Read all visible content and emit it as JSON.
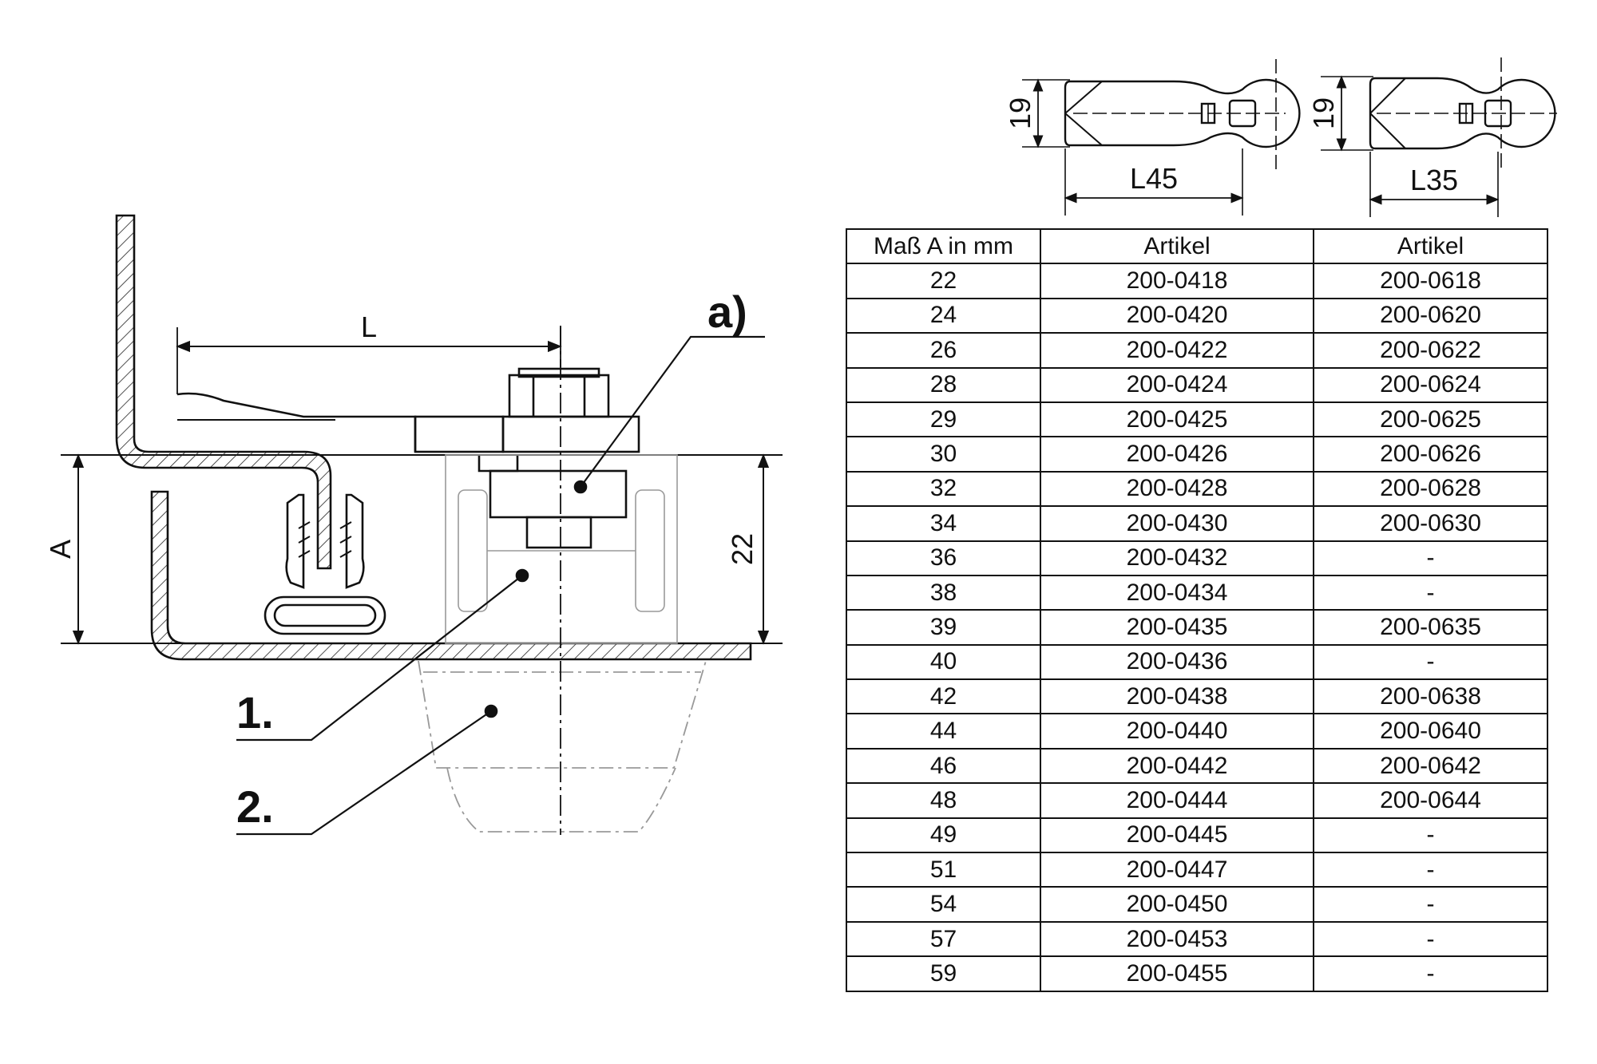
{
  "diagram": {
    "callouts": {
      "a": "a)",
      "one": "1.",
      "two": "2."
    },
    "dimensions": {
      "length_L": "L",
      "height_A": "A",
      "height_22": "22"
    },
    "lever_views": [
      {
        "width_label": "19",
        "length_label": "L45"
      },
      {
        "width_label": "19",
        "length_label": "L35"
      }
    ]
  },
  "table": {
    "headers": [
      "Maß A in mm",
      "Artikel",
      "Artikel"
    ],
    "rows": [
      [
        "22",
        "200-0418",
        "200-0618"
      ],
      [
        "24",
        "200-0420",
        "200-0620"
      ],
      [
        "26",
        "200-0422",
        "200-0622"
      ],
      [
        "28",
        "200-0424",
        "200-0624"
      ],
      [
        "29",
        "200-0425",
        "200-0625"
      ],
      [
        "30",
        "200-0426",
        "200-0626"
      ],
      [
        "32",
        "200-0428",
        "200-0628"
      ],
      [
        "34",
        "200-0430",
        "200-0630"
      ],
      [
        "36",
        "200-0432",
        "-"
      ],
      [
        "38",
        "200-0434",
        "-"
      ],
      [
        "39",
        "200-0435",
        "200-0635"
      ],
      [
        "40",
        "200-0436",
        "-"
      ],
      [
        "42",
        "200-0438",
        "200-0638"
      ],
      [
        "44",
        "200-0440",
        "200-0640"
      ],
      [
        "46",
        "200-0442",
        "200-0642"
      ],
      [
        "48",
        "200-0444",
        "200-0644"
      ],
      [
        "49",
        "200-0445",
        "-"
      ],
      [
        "51",
        "200-0447",
        "-"
      ],
      [
        "54",
        "200-0450",
        "-"
      ],
      [
        "57",
        "200-0453",
        "-"
      ],
      [
        "59",
        "200-0455",
        "-"
      ]
    ]
  }
}
